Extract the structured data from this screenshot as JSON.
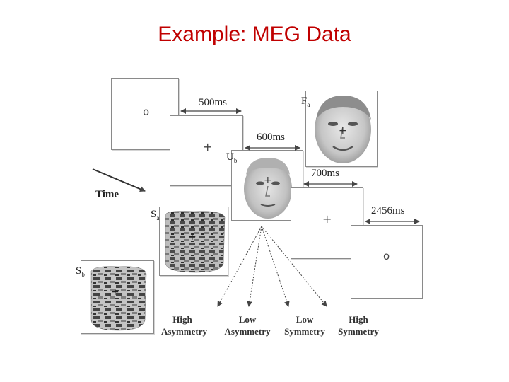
{
  "title": "Example: MEG Data",
  "timeline": {
    "time_label": "Time",
    "durations": [
      "500ms",
      "600ms",
      "700ms",
      "2456ms"
    ]
  },
  "stimuli": {
    "fixation_circle": "o",
    "fixation_cross": "+",
    "face_a": {
      "letter": "F",
      "sub": "a"
    },
    "face_b": {
      "letter": "U",
      "sub": "b"
    },
    "scrambled_a": {
      "letter": "S",
      "sub": "a"
    },
    "scrambled_b": {
      "letter": "S",
      "sub": "b"
    }
  },
  "categories": [
    {
      "line1": "High",
      "line2": "Asymmetry"
    },
    {
      "line1": "Low",
      "line2": "Asymmetry"
    },
    {
      "line1": "Low",
      "line2": "Symmetry"
    },
    {
      "line1": "High",
      "line2": "Symmetry"
    }
  ],
  "colors": {
    "title": "#c00000",
    "frame_border": "#8a8a8a",
    "arrow": "#444444"
  }
}
